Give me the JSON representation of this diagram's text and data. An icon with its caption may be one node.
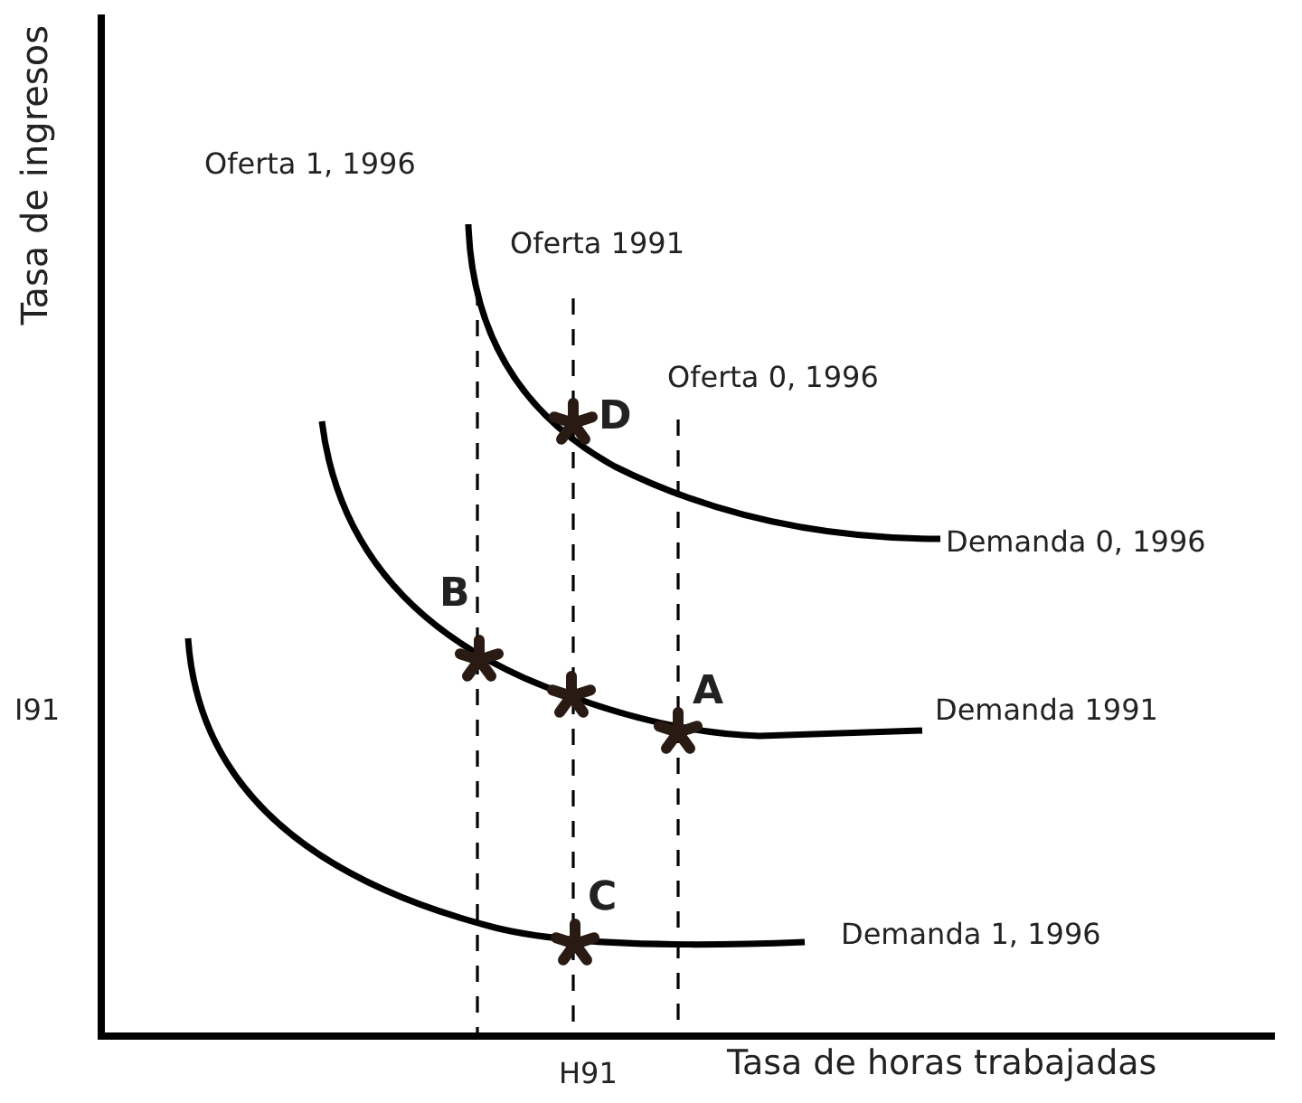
{
  "diagram": {
    "labels": [
      "Tasa de ingresos",
      "Oferta 1, 1996",
      "Oferta 1991",
      "D",
      "Oferta 0, 1996",
      "Demanda 0, 1996",
      "B",
      "I91",
      "A",
      "Demanda 1991",
      "C",
      "Demanda 1, 1996",
      "H91",
      "Tasa de horas trabajadas"
    ]
  }
}
